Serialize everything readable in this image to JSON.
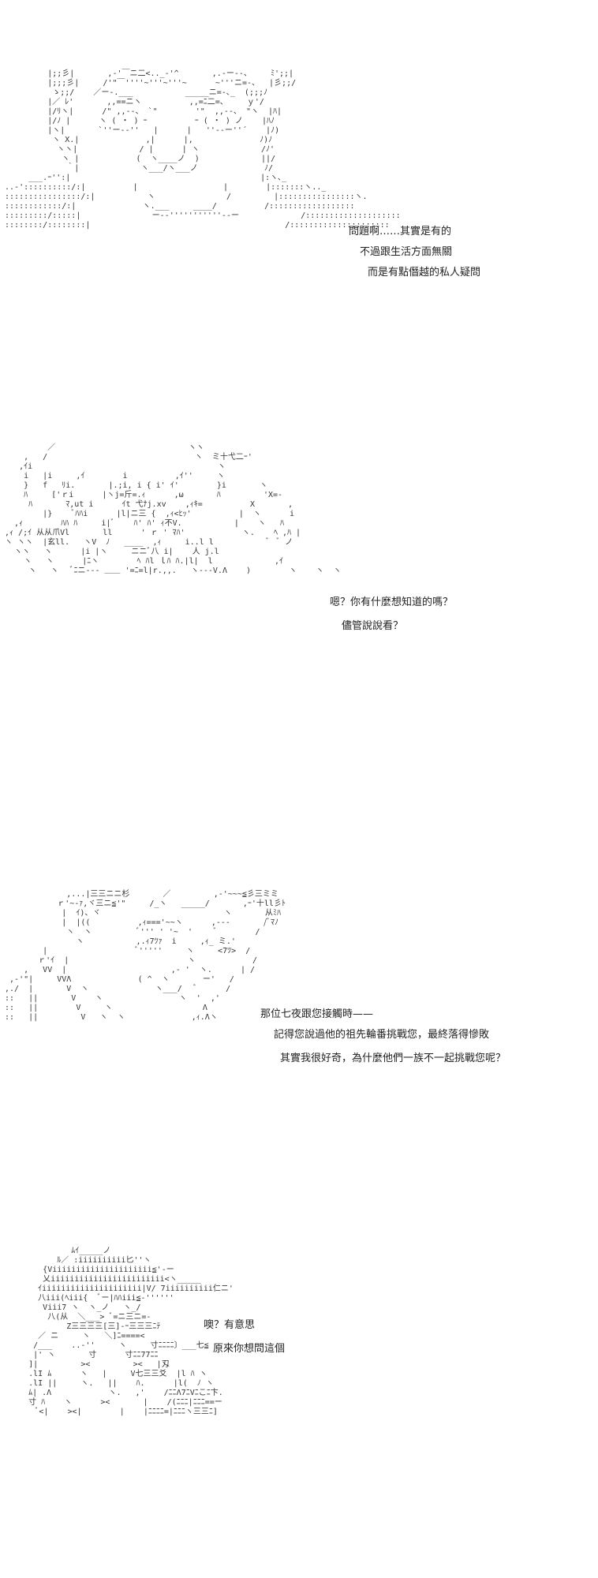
{
  "panels": [
    {
      "lines": [
        "問題啊……其實是有的",
        "不過跟生活方面無關",
        "而是有點僭越的私人疑問"
      ]
    },
    {
      "lines": [
        "嗯？你有什麼想知道的嗎？",
        "儘管說說看？"
      ]
    },
    {
      "lines": [
        "那位七夜跟您接觸時——",
        "記得您說過他的祖先輪番挑戰您，最終落得慘敗",
        "其實我很好奇，為什麼他們一族不一起挑戰您呢？"
      ]
    },
    {
      "lines": [
        "噢？有意思",
        "原來你想問這個"
      ]
    }
  ]
}
